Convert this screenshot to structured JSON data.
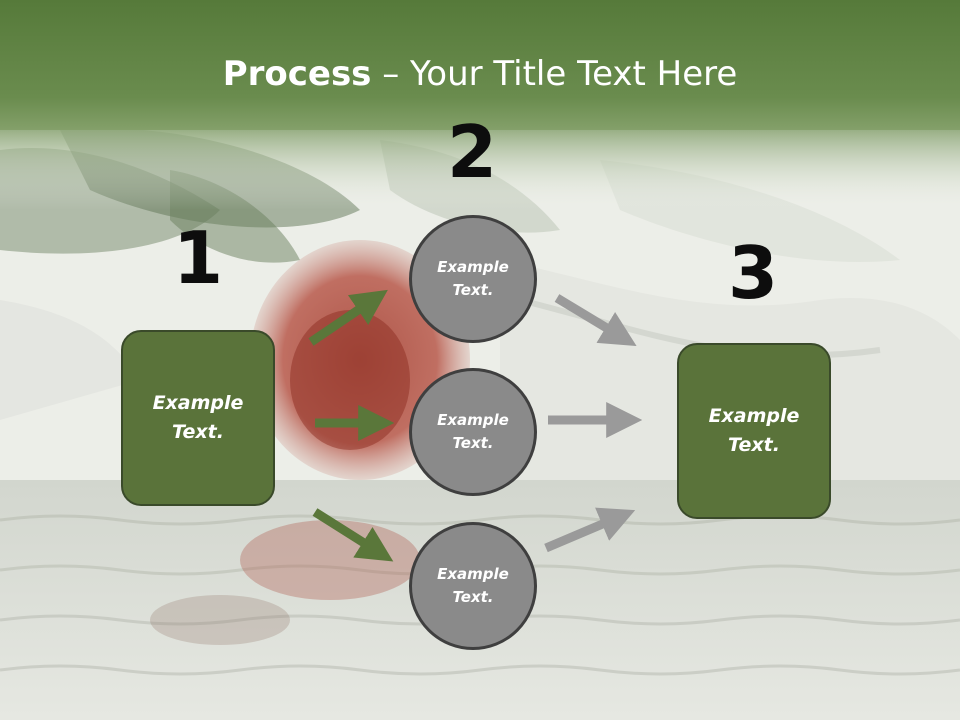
{
  "colors": {
    "header_green": "#5c7f3e",
    "box_green": "#5a733a",
    "circle_gray": "#8a8a8a",
    "arrow_green": "#5a773a",
    "arrow_gray": "#9a9a9a"
  },
  "title": {
    "bold": "Process",
    "rest": " – Your Title Text Here"
  },
  "steps": [
    {
      "number": "1",
      "text": "Example\nText."
    },
    {
      "number": "2",
      "text": "Example\nText."
    },
    {
      "number": "3",
      "text": "Example\nText."
    }
  ],
  "circles": [
    {
      "text": "Example\nText."
    },
    {
      "text": "Example\nText."
    },
    {
      "text": "Example\nText."
    }
  ]
}
